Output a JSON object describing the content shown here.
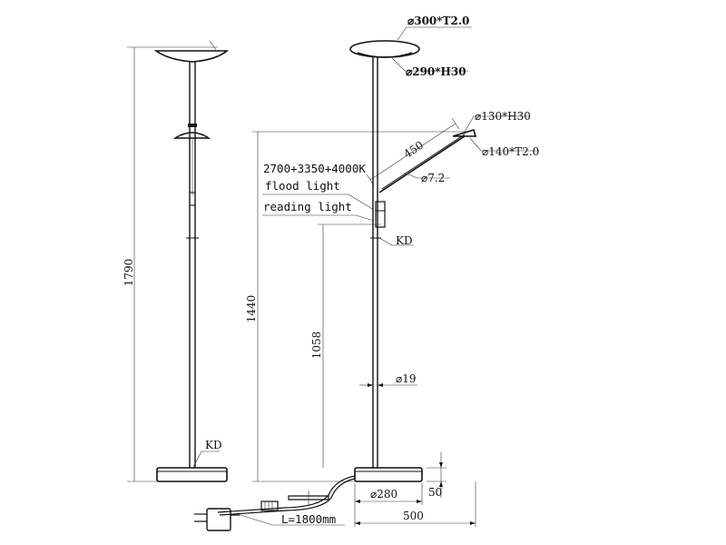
{
  "labels": {
    "height_total": "1790",
    "height_flood": "1440",
    "height_reading": "1058",
    "kd_base": "KD",
    "kd_switch": "KD",
    "head_top": "⌀300*T2.0",
    "head_bottom": "⌀290*H30",
    "arm_length": "450",
    "reading_head_top": "⌀130*H30",
    "reading_head_bottom": "⌀140*T2.0",
    "arm_diameter": "⌀7.2",
    "color_temp": "2700+3350+4000K",
    "flood_light": "flood light",
    "reading_light": "reading light",
    "pole_diameter": "⌀19",
    "base_diameter": "⌀280",
    "base_height": "50",
    "base_width": "500",
    "cable_length": "L=1800mm"
  }
}
